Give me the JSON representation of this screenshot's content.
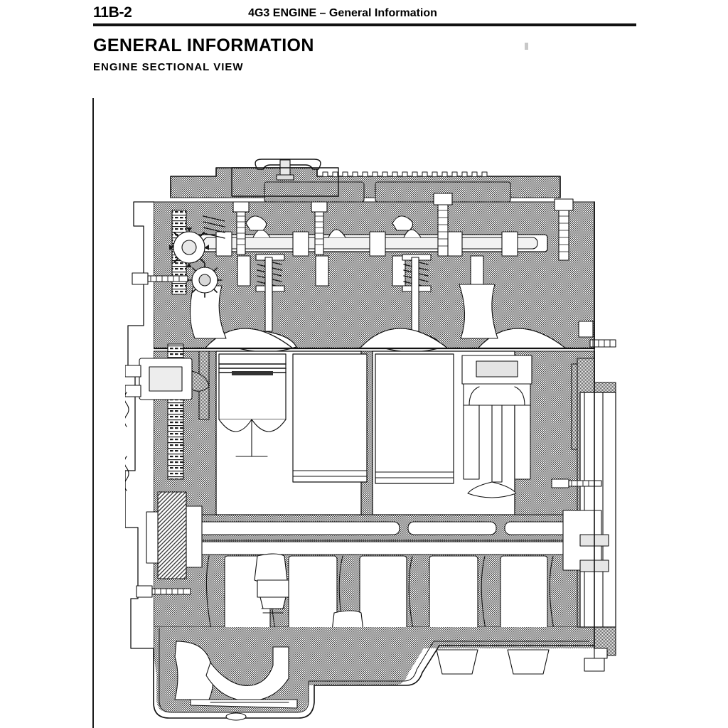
{
  "header": {
    "page_number": "11B-2",
    "title": "4G3 ENGINE – General  Information"
  },
  "headings": {
    "section_title": "GENERAL INFORMATION",
    "subsection_title": "ENGINE  SECTIONAL  VIEW"
  },
  "figure": {
    "name": "engine-sectional-view",
    "description": "Cross-sectional line drawing of a 4G3 inline four-cylinder engine",
    "components": [
      "rocker-cover",
      "oil-filler-cap",
      "camshaft",
      "rocker-arms-and-shaft",
      "valve-springs",
      "intake-valve",
      "exhaust-valve",
      "cylinder-head",
      "head-gasket",
      "cylinder-block",
      "piston",
      "piston-rings",
      "connecting-rod",
      "crankshaft",
      "main-bearing-caps",
      "oil-pan",
      "oil-pump-pickup",
      "timing-belt",
      "timing-sprocket",
      "crankshaft-pulley",
      "flywheel",
      "water-pump",
      "distributor-drive"
    ]
  },
  "colors": {
    "ink": "#111111",
    "line": "#1a1a1a",
    "hatch_fill": "#b4b4b4",
    "light_fill": "#ffffff",
    "mid_fill": "#d8d8d8",
    "paper": "#ffffff"
  }
}
